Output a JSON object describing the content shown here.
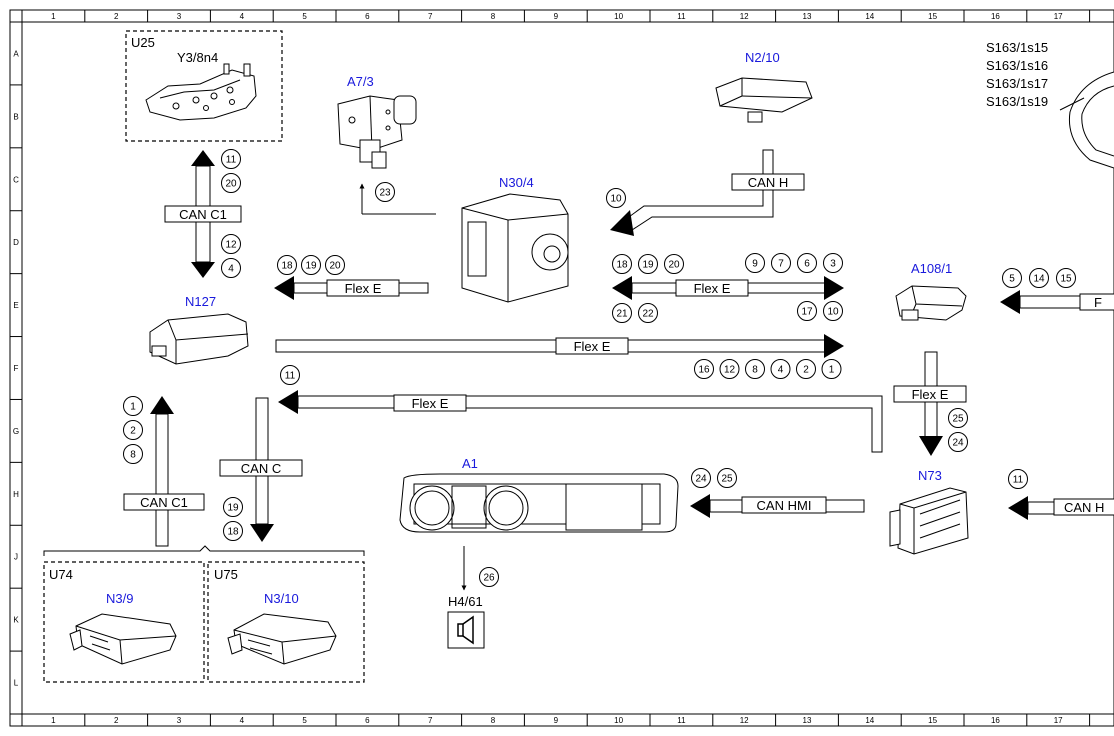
{
  "grid": {
    "columns": [
      "1",
      "2",
      "3",
      "4",
      "5",
      "6",
      "7",
      "8",
      "9",
      "10",
      "11",
      "12",
      "13",
      "14",
      "15",
      "16",
      "17"
    ],
    "rows": [
      "A",
      "B",
      "C",
      "D",
      "E",
      "F",
      "G",
      "H",
      "J",
      "K",
      "L"
    ]
  },
  "components": {
    "u25_group": "U25",
    "u25_part": "Y3/8n4",
    "a7_3": "A7/3",
    "n30_4": "N30/4",
    "n2_10": "N2/10",
    "n127": "N127",
    "a108_1": "A108/1",
    "a1": "A1",
    "n73": "N73",
    "h4_61": "H4/61",
    "u74_group": "U74",
    "u75_group": "U75",
    "n3_9": "N3/9",
    "n3_10": "N3/10",
    "switches": [
      "S163/1s15",
      "S163/1s16",
      "S163/1s17",
      "S163/1s19"
    ]
  },
  "buses": {
    "can_c1_top": "CAN C1",
    "can_h": "CAN H",
    "flex_e_left": "Flex E",
    "flex_e_mid": "Flex E",
    "flex_e_long": "Flex E",
    "flex_e_return": "Flex E",
    "flex_e_a108": "Flex E",
    "flex_e_right_cut": "F",
    "can_c": "CAN C",
    "can_c1_bottom": "CAN C1",
    "can_hmi": "CAN HMI",
    "can_h_right": "CAN H"
  },
  "markers": {
    "u25_down": [
      "11",
      "20"
    ],
    "u25_up": [
      "12",
      "4"
    ],
    "a7": [
      "23"
    ],
    "n2": [
      "10"
    ],
    "flex_left": [
      "18",
      "19",
      "20"
    ],
    "flex_mid_top_left": [
      "18",
      "19",
      "20"
    ],
    "flex_mid_top_right": [
      "9",
      "7",
      "6",
      "3"
    ],
    "flex_mid_bot_left": [
      "21",
      "22"
    ],
    "flex_mid_bot_right": [
      "17",
      "10"
    ],
    "a108": [
      "5",
      "14",
      "15"
    ],
    "flex_long": [
      "16",
      "12",
      "8",
      "4",
      "2",
      "1"
    ],
    "flex_return": [
      "11"
    ],
    "can_c1_bottom": [
      "1",
      "2",
      "8"
    ],
    "a108_down": [
      "25",
      "24"
    ],
    "can_c": [
      "19",
      "18"
    ],
    "can_hmi": [
      "24",
      "25"
    ],
    "n73_right": [
      "11"
    ],
    "h4": [
      "26"
    ]
  }
}
